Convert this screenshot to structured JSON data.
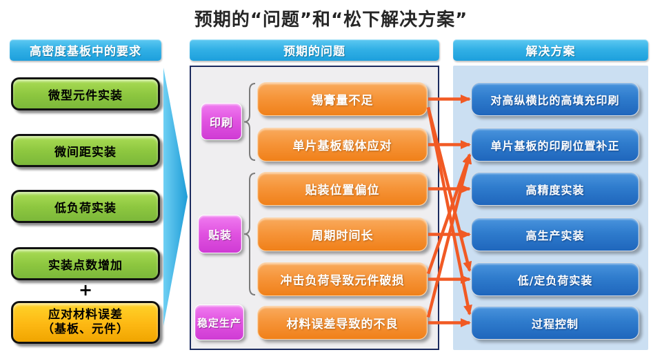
{
  "title": "预期的“问题”和“松下解决方案”",
  "colors": {
    "header_blue": "#29a8e0",
    "requirement_green": "#8cc63f",
    "material_yellow": "#fdb813",
    "category_magenta": "#e052e0",
    "problem_orange": "#f08019",
    "solution_blue": "#2f7ccd",
    "arrow_orange": "#f15a24",
    "panel_gray": "#efeef0",
    "panel_lightblue": "#cbdff2",
    "flow_arrow_blue": "#35b2e7"
  },
  "left": {
    "header": "高密度基板中的要求",
    "items": [
      {
        "label": "微型元件实装"
      },
      {
        "label": "微间距实装"
      },
      {
        "label": "低负荷实装"
      },
      {
        "label": "实装点数增加"
      }
    ],
    "plus": "+",
    "material_box": {
      "line1": "应对材料误差",
      "line2": "（基板、元件）"
    }
  },
  "middle": {
    "header": "预期的问题",
    "categories": [
      {
        "label": "印刷",
        "span_from": 0,
        "span_to": 1
      },
      {
        "label": "贴装",
        "span_from": 2,
        "span_to": 4
      },
      {
        "label": "稳定生产",
        "span_from": 5,
        "span_to": 5
      }
    ],
    "problems": [
      {
        "label": "锡膏量不足"
      },
      {
        "label": "单片基板载体应对"
      },
      {
        "label": "贴装位置偏位"
      },
      {
        "label": "周期时间长"
      },
      {
        "label": "冲击负荷导致元件破损"
      },
      {
        "label": "材料误差导致的不良"
      }
    ]
  },
  "right": {
    "header": "解决方案",
    "solutions": [
      {
        "label": "对高纵横比的高填充印刷"
      },
      {
        "label": "单片基板的印刷位置补正"
      },
      {
        "label": "高精度实装"
      },
      {
        "label": "高生产实装"
      },
      {
        "label": "低/定负荷实装"
      },
      {
        "label": "过程控制"
      }
    ]
  },
  "connections": [
    {
      "from": 0,
      "to": 0
    },
    {
      "from": 1,
      "to": 1
    },
    {
      "from": 2,
      "to": 2
    },
    {
      "from": 3,
      "to": 3
    },
    {
      "from": 4,
      "to": 4
    },
    {
      "from": 5,
      "to": 5
    },
    {
      "from": 0,
      "to": 4
    },
    {
      "from": 0,
      "to": 5
    },
    {
      "from": 4,
      "to": 1
    },
    {
      "from": 5,
      "to": 1
    }
  ]
}
